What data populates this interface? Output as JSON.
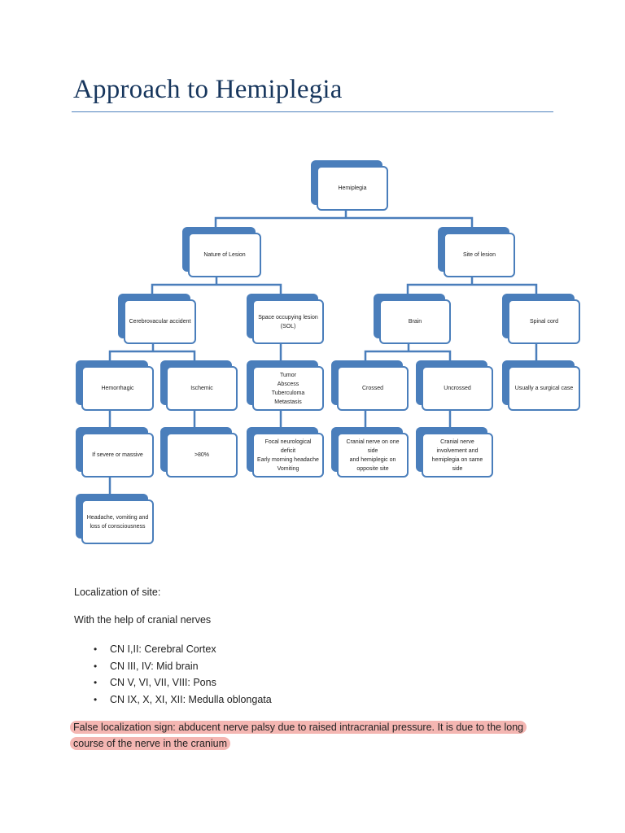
{
  "title": "Approach to Hemiplegia",
  "colors": {
    "title": "#17365d",
    "node_border": "#4a7ebb",
    "highlight": "#f4b6b2"
  },
  "flowchart": {
    "hemiplegia": [
      "Hemiplegia"
    ],
    "nature": [
      "Nature of Lesion"
    ],
    "site": [
      "Site of lesion"
    ],
    "cva": [
      "Cerebrovacular accident"
    ],
    "sol": [
      "Space occupying lesion",
      "(SOL)"
    ],
    "brain": [
      "Brain"
    ],
    "spinal": [
      "Spinal cord"
    ],
    "hemorrhagic": [
      "Hemorrhagic"
    ],
    "ischemic": [
      "Ischemic"
    ],
    "sol_types": [
      "Tumor",
      "Abscess",
      "Tuberculoma",
      "Metastasis"
    ],
    "crossed": [
      "Crossed"
    ],
    "uncrossed": [
      "Uncrossed"
    ],
    "surgical": [
      "Usually a surgical case"
    ],
    "severe": [
      "If severe or massive"
    ],
    "ischemic_pct": [
      ">80%"
    ],
    "sol_features": [
      "Focal neurological deficit",
      "Early morning headache",
      "Vomiting"
    ],
    "crossed_desc": [
      "Cranial nerve on one side",
      "and hemiplegic on",
      "opposite site"
    ],
    "uncrossed_desc": [
      "Cranial nerve",
      "involvement and",
      "hemiplegia on same side"
    ],
    "severe_result": [
      "Headache, vomiting and",
      "loss of consciousness"
    ]
  },
  "localization_heading": "Localization of site:",
  "cranial_intro": "With the help of cranial nerves",
  "cranial_list": [
    "CN I,II: Cerebral Cortex",
    "CN III, IV: Mid brain",
    "CN V, VI, VII, VIII: Pons",
    "CN IX, X, XI, XII: Medulla oblongata"
  ],
  "false_localization": "False localization sign: abducent nerve palsy due to raised intracranial pressure. It is due to the long course of the nerve in the cranium"
}
